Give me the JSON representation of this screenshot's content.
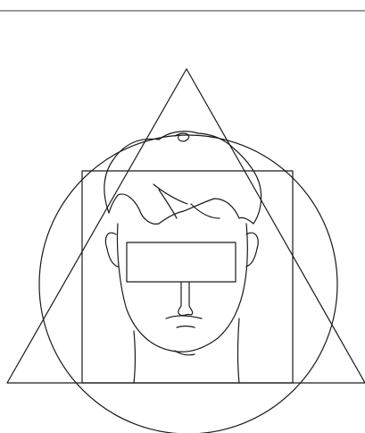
{
  "diagram": {
    "shapes": [
      "top-rule",
      "triangle",
      "circle",
      "square",
      "eye-bar",
      "head-drawing"
    ],
    "colors": {
      "background": "#ffffff",
      "line": "#1a1a1a",
      "rule": "#3a3a3a"
    }
  }
}
